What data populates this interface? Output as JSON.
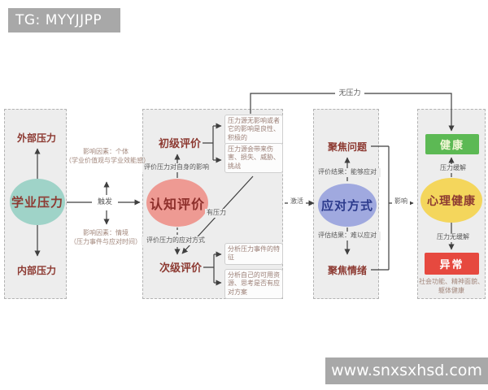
{
  "header": {
    "badge": "TG: MYYJJPP"
  },
  "watermark": {
    "text": "www.snxsxhsd.com"
  },
  "diagram": {
    "panel1": {
      "top_label": "外部压力",
      "node": "学业压力",
      "bottom_label": "内部压力"
    },
    "between_1_2": {
      "factor_top": "影响因素：个体",
      "factor_top_sub": "（学业价值观与学业效能感）",
      "trigger": "触发",
      "factor_bottom": "影响因素：情境",
      "factor_bottom_sub": "（压力事件与应对时间）"
    },
    "panel2": {
      "primary": "初级评价",
      "primary_note": "评价压力对自身的影响",
      "node": "认知评价",
      "secondary_note": "评价压力的应对方式",
      "secondary": "次级评价",
      "box_no_impact": "压力源无影响或者它的影响是良性、积极的",
      "box_harm": "压力源会带来伤害、损失、威胁、挑战",
      "has_stress": "有压力",
      "box_event": "分析压力事件的特征",
      "box_resource": "分析自己的可用资源、思考是否有应对方案"
    },
    "no_stress_label": "无压力",
    "activate_label": "激活",
    "panel3": {
      "top": "聚焦问题",
      "can_cope": "评价结果：能够应对",
      "node": "应对方式",
      "cannot_cope": "评估结果：难以应对",
      "bottom": "聚焦情绪"
    },
    "influence_label": "影响",
    "panel4": {
      "healthy": "健康",
      "relieved": "压力缓解",
      "node": "心理健康",
      "not_relieved": "压力无缓解",
      "abnormal": "异常",
      "note": "社会功能、精神面貌、躯体健康"
    },
    "colors": {
      "panel_bg": "#ededed",
      "academic_node": "#9fd3c8",
      "cognitive_node": "#ee9a93",
      "coping_node": "#a0a9df",
      "mental_node": "#f4d65c",
      "healthy_box": "#5cb954",
      "abnormal_box": "#e6493f",
      "dark_red_text": "#8d3a32",
      "navy_text": "#2b3a8c",
      "badge_bg": "#a8a8a8",
      "line": "#3f3f3f"
    }
  }
}
